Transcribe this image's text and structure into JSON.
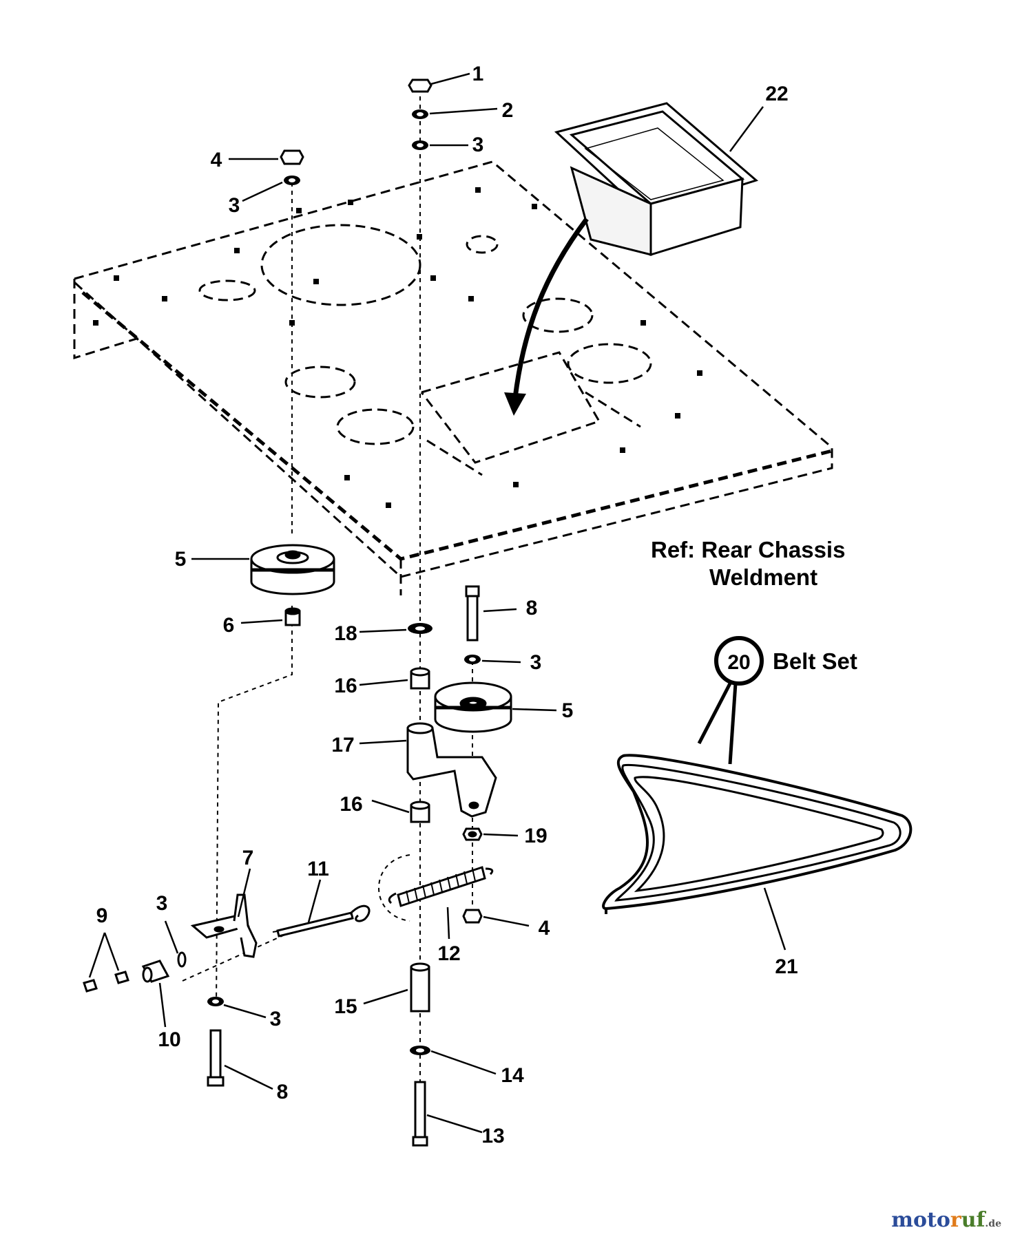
{
  "callouts": {
    "c1": "1",
    "c2": "2",
    "c3a": "3",
    "c3b": "3",
    "c3c": "3",
    "c3d": "3",
    "c3e": "3",
    "c4a": "4",
    "c4b": "4",
    "c5a": "5",
    "c5b": "5",
    "c6": "6",
    "c7": "7",
    "c8a": "8",
    "c8b": "8",
    "c9": "9",
    "c10": "10",
    "c11": "11",
    "c12": "12",
    "c13": "13",
    "c14": "14",
    "c15": "15",
    "c16a": "16",
    "c16b": "16",
    "c17": "17",
    "c18": "18",
    "c19": "19",
    "c20": "20",
    "c21": "21",
    "c22": "22"
  },
  "ref_note": {
    "line1": "Ref:  Rear Chassis",
    "line2": "Weldment"
  },
  "belt_set": {
    "label": "Belt Set"
  },
  "watermark": {
    "part1": "moto",
    "part2": "r",
    "part3": "uf",
    "suffix": ".de"
  }
}
